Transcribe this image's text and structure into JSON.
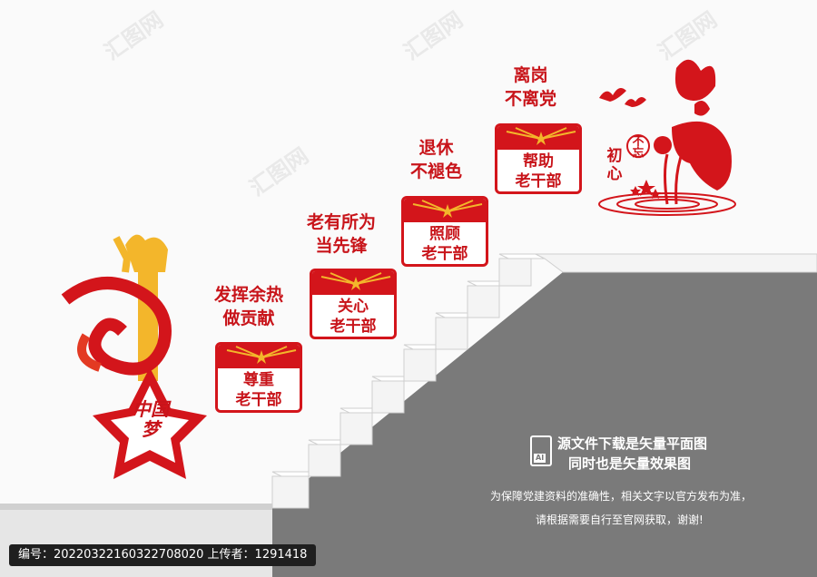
{
  "watermark": {
    "text": "汇图网"
  },
  "cards": [
    {
      "text": "尊重\n老干部"
    },
    {
      "text": "关心\n老干部"
    },
    {
      "text": "照顾\n老干部"
    },
    {
      "text": "帮助\n老干部"
    }
  ],
  "slogans": [
    {
      "text": "发挥余热\n做贡献"
    },
    {
      "text": "老有所为\n当先锋"
    },
    {
      "text": "退休\n不褪色"
    },
    {
      "text": "离岗\n不离党"
    }
  ],
  "emblem": {
    "text": "中国梦"
  },
  "lotus": {
    "line1": "不忘",
    "line2": "初心"
  },
  "info": {
    "line1": "源文件下载是矢量平面图",
    "line2": "同时也是矢量效果图",
    "line3": "为保障党建资料的准确性，相关文字以官方发布为准，",
    "line4": "请根据需要自行至官网获取，谢谢!",
    "file_icon_label": "AI"
  },
  "footer": {
    "text": "编号：20220322160322708020 上传者：1291418"
  },
  "colors": {
    "red": "#d3151b",
    "gold": "#f3b62b",
    "gray": "#777777"
  }
}
